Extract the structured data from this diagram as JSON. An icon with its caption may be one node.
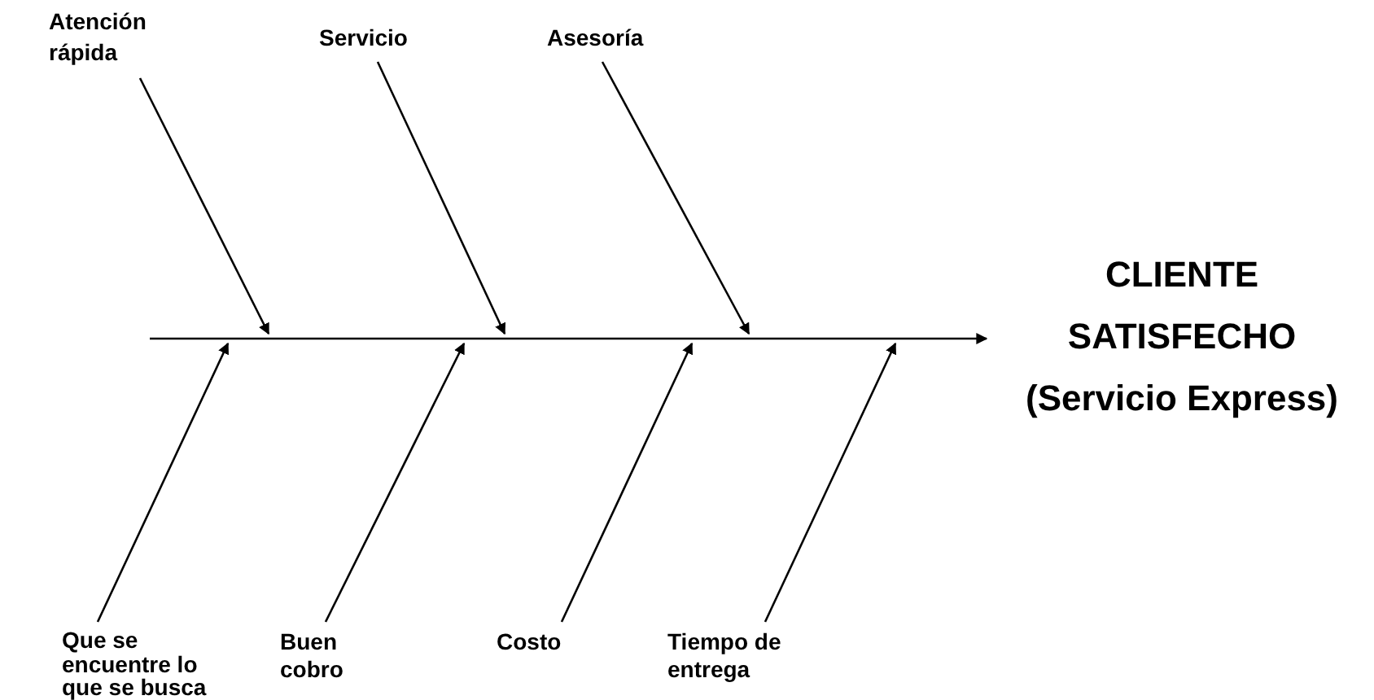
{
  "diagram": {
    "nodes": [
      {
        "text": [
          "Atención rápida"
        ]
      },
      {
        "text": [
          "Servicio"
        ]
      },
      {
        "text": [
          "Asesoría"
        ]
      },
      {
        "text": [
          "CLIENTE SATISFECHO (Servicio Express)"
        ]
      },
      {
        "text": [
          "Que se encuentre lo que se busca"
        ]
      },
      {
        "text": [
          "Buen cobro"
        ]
      },
      {
        "text": [
          "Costo"
        ]
      },
      {
        "text": [
          "Tiempo de entrega"
        ]
      }
    ],
    "edges": [
      {
        "from": null,
        "to": 3,
        "arrow": "to"
      },
      {
        "from": 0,
        "to": null,
        "arrow": "to"
      },
      {
        "from": 1,
        "to": null,
        "arrow": "to"
      },
      {
        "from": 2,
        "to": null,
        "arrow": "to"
      },
      {
        "from": 4,
        "to": null,
        "arrow": "to"
      },
      {
        "from": 5,
        "to": null,
        "arrow": "to"
      },
      {
        "from": 6,
        "to": null,
        "arrow": "to"
      },
      {
        "from": 7,
        "to": null,
        "arrow": "to"
      }
    ]
  }
}
